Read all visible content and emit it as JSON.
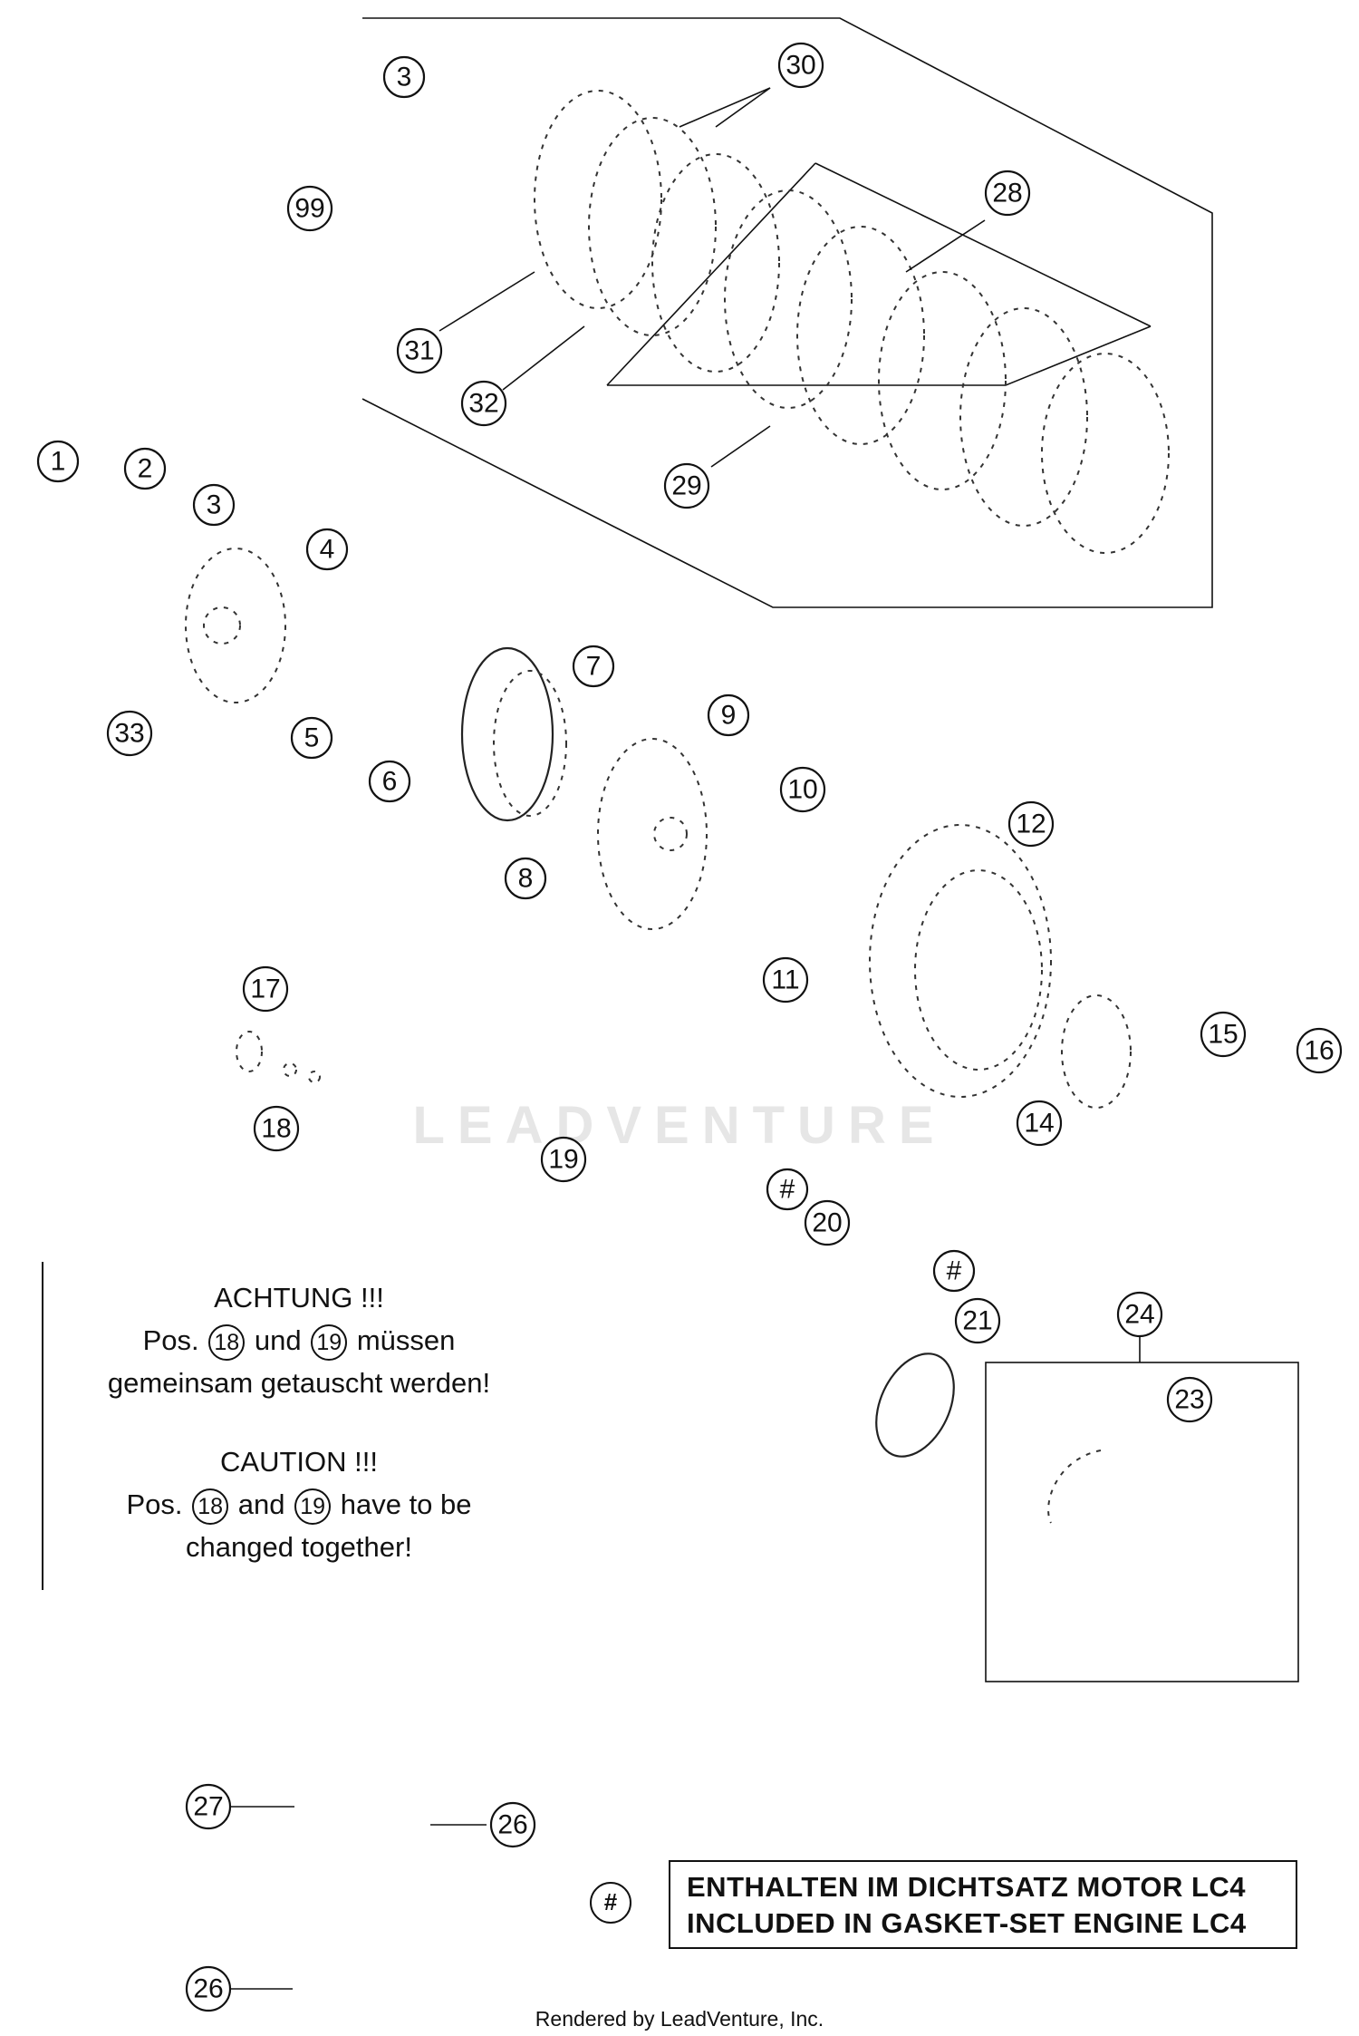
{
  "callouts": [
    {
      "label": "1"
    },
    {
      "label": "2"
    },
    {
      "label": "3"
    },
    {
      "label": "3"
    },
    {
      "label": "4"
    },
    {
      "label": "5"
    },
    {
      "label": "6"
    },
    {
      "label": "7"
    },
    {
      "label": "8"
    },
    {
      "label": "9"
    },
    {
      "label": "10"
    },
    {
      "label": "11"
    },
    {
      "label": "12"
    },
    {
      "label": "14"
    },
    {
      "label": "15"
    },
    {
      "label": "16"
    },
    {
      "label": "17"
    },
    {
      "label": "18"
    },
    {
      "label": "19"
    },
    {
      "label": "#"
    },
    {
      "label": "20"
    },
    {
      "label": "#"
    },
    {
      "label": "21"
    },
    {
      "label": "23"
    },
    {
      "label": "24"
    },
    {
      "label": "26"
    },
    {
      "label": "26"
    },
    {
      "label": "27"
    },
    {
      "label": "28"
    },
    {
      "label": "29"
    },
    {
      "label": "30"
    },
    {
      "label": "31"
    },
    {
      "label": "32"
    },
    {
      "label": "33"
    },
    {
      "label": "99"
    }
  ],
  "note": {
    "de_title": "ACHTUNG !!!",
    "de_pos": "Pos.",
    "de_n1": "18",
    "de_und": "und",
    "de_n2": "19",
    "de_rest": "müssen",
    "de_line3": "gemeinsam getauscht werden!",
    "en_title": "CAUTION !!!",
    "en_pos": "Pos.",
    "en_n1": "18",
    "en_and": "and",
    "en_n2": "19",
    "en_rest": "have to be",
    "en_line3": "changed together!"
  },
  "legend": {
    "symbol": "#",
    "line1": "ENTHALTEN IM DICHTSATZ MOTOR LC4",
    "line2": "INCLUDED IN GASKET-SET ENGINE LC4"
  },
  "watermark": "LEADVENTURE",
  "footer": "Rendered by LeadVenture, Inc."
}
